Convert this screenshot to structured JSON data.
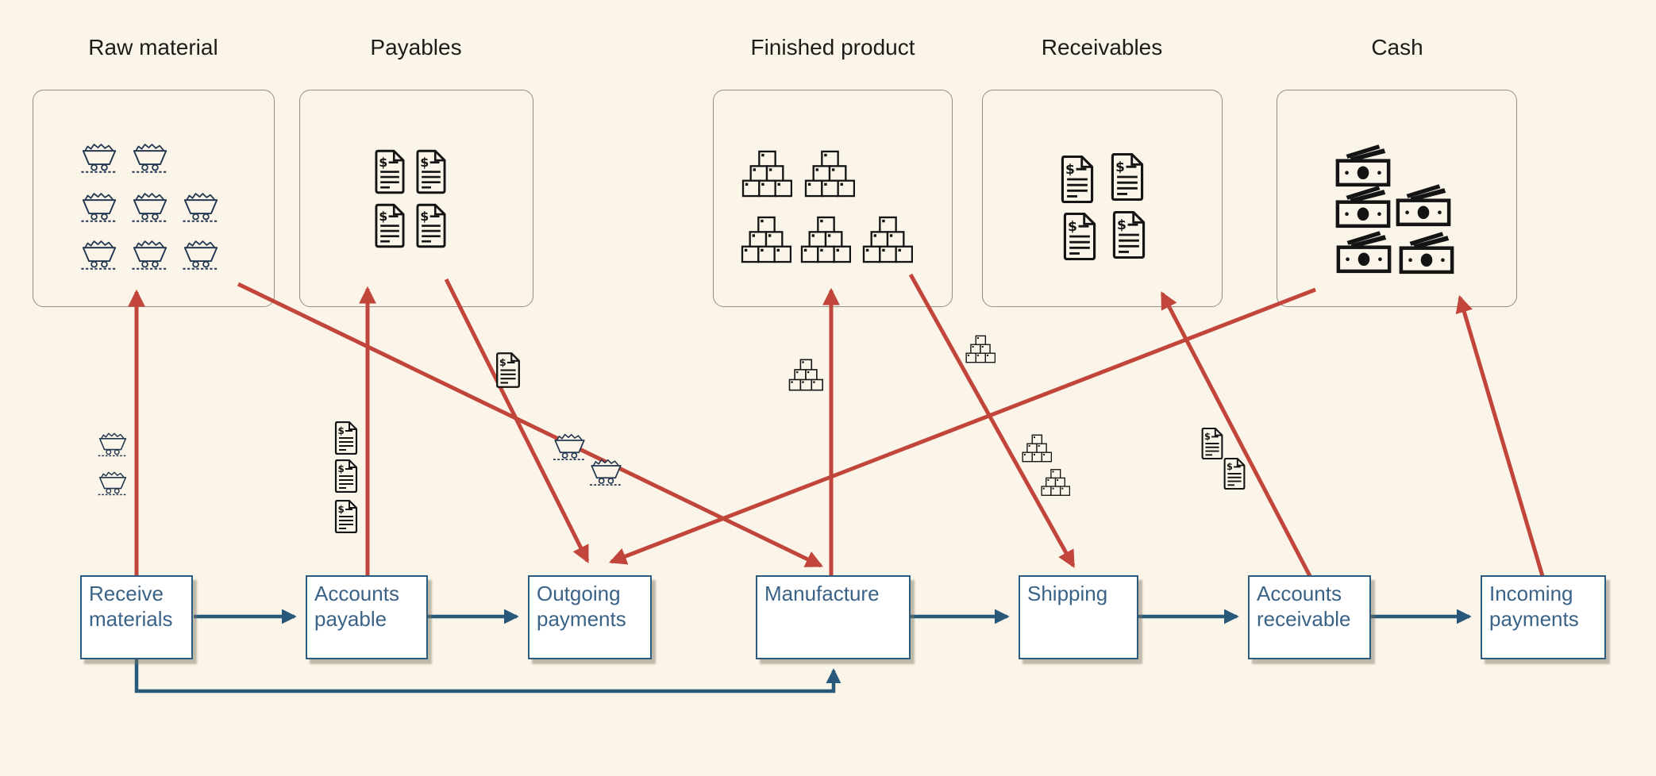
{
  "colors": {
    "bg": "#faf5e8",
    "flow-red": "#c1453a",
    "flow-blue": "#28597b",
    "process-border": "#2d5b7d",
    "process-text": "#3b6287",
    "store-border": "#918f86",
    "title-text": "#1d1c19",
    "icon-navy": "#233750",
    "icon-black": "#141414"
  },
  "stores": {
    "raw_material": {
      "title": "Raw material",
      "contents_icon": "mine-cart-icon",
      "contents_count": 8
    },
    "payables": {
      "title": "Payables",
      "contents_icon": "invoice-icon",
      "contents_count": 4
    },
    "finished_product": {
      "title": "Finished product",
      "contents_icon": "box-stack-icon",
      "contents_count": 5
    },
    "receivables": {
      "title": "Receivables",
      "contents_icon": "invoice-icon",
      "contents_count": 4
    },
    "cash": {
      "title": "Cash",
      "contents_icon": "banknote-icon",
      "contents_count": 5
    }
  },
  "processes": {
    "receive_materials": {
      "label": "Receive\nmaterials"
    },
    "accounts_payable": {
      "label": "Accounts\npayable"
    },
    "outgoing_payments": {
      "label": "Outgoing\npayments"
    },
    "manufacture": {
      "label": "Manufacture"
    },
    "shipping": {
      "label": "Shipping"
    },
    "accounts_receivable": {
      "label": "Accounts\nreceivable"
    },
    "incoming_payments": {
      "label": "Incoming\npayments"
    }
  },
  "flows": {
    "process_sequence_blue": [
      {
        "from": "Receive materials",
        "to": "Accounts payable"
      },
      {
        "from": "Accounts payable",
        "to": "Outgoing payments"
      },
      {
        "from": "Receive materials",
        "to": "Manufacture",
        "route": "elbow-below"
      },
      {
        "from": "Manufacture",
        "to": "Shipping"
      },
      {
        "from": "Shipping",
        "to": "Accounts receivable"
      },
      {
        "from": "Accounts receivable",
        "to": "Incoming payments"
      }
    ],
    "material_flows_red": [
      {
        "from": "Receive materials",
        "to": "Raw material",
        "icon": "mine-cart-icon",
        "icon_count": 2
      },
      {
        "from": "Accounts payable",
        "to": "Payables",
        "icon": "invoice-icon",
        "icon_count": 3
      },
      {
        "from": "Payables",
        "to": "Outgoing payments",
        "icon": "invoice-icon",
        "icon_count": 1
      },
      {
        "from": "Raw material",
        "to": "Manufacture",
        "icon": "mine-cart-icon",
        "icon_count": 2
      },
      {
        "from": "Manufacture",
        "to": "Finished product",
        "icon": "box-stack-icon",
        "icon_count": 1
      },
      {
        "from": "Finished product",
        "to": "Shipping",
        "icon": "box-stack-icon",
        "icon_count": 3
      },
      {
        "from": "Cash",
        "to": "Outgoing payments",
        "icon": null,
        "icon_count": 0
      },
      {
        "from": "Accounts receivable",
        "to": "Receivables",
        "icon": "invoice-icon",
        "icon_count": 2
      },
      {
        "from": "Incoming payments",
        "to": "Cash",
        "icon": null,
        "icon_count": 0
      }
    ]
  }
}
